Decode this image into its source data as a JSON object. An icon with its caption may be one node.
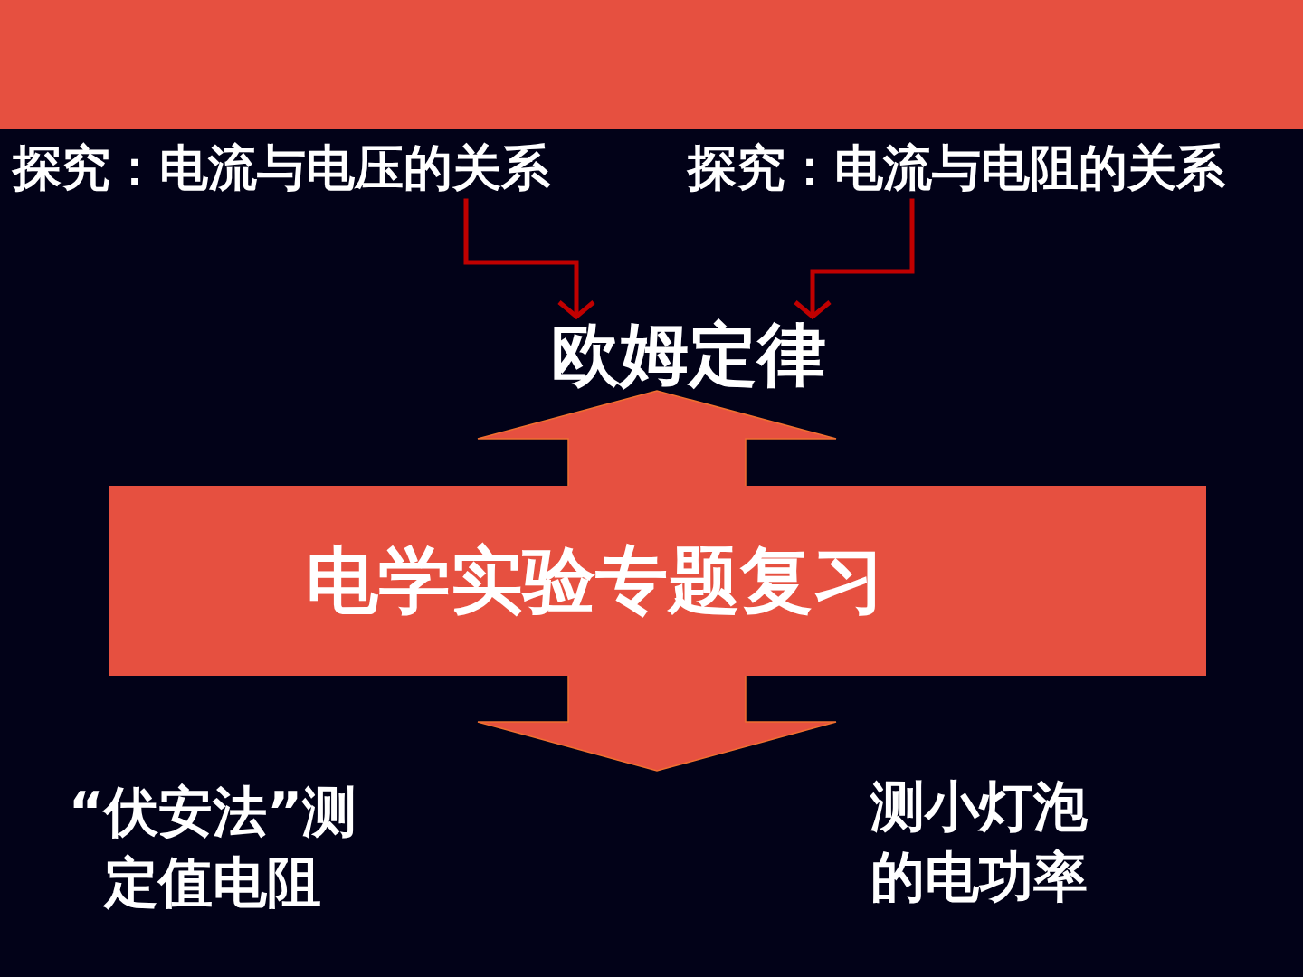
{
  "diagram": {
    "nodes": [
      {
        "text": [
          "探究：电流与电压的关系"
        ]
      },
      {
        "text": [
          "探究：电流与电阻的关系"
        ]
      },
      {
        "text": [
          "欧姆定律"
        ]
      },
      {
        "text": [
          "电学实验专题复习"
        ]
      }
    ],
    "edges": [
      {
        "from": 0,
        "to": 2,
        "arrow": "to",
        "color": "#c00000"
      },
      {
        "from": 1,
        "to": 2,
        "arrow": "to",
        "color": "#c00000"
      },
      {
        "from": 3,
        "to": 2,
        "arrow": "to",
        "style": "thick"
      },
      {
        "from": 3,
        "to": null,
        "arrow": "to",
        "style": "thick"
      }
    ],
    "labels": [
      "“伏安法”测定值电阻",
      "测小灯泡的电功率"
    ]
  }
}
